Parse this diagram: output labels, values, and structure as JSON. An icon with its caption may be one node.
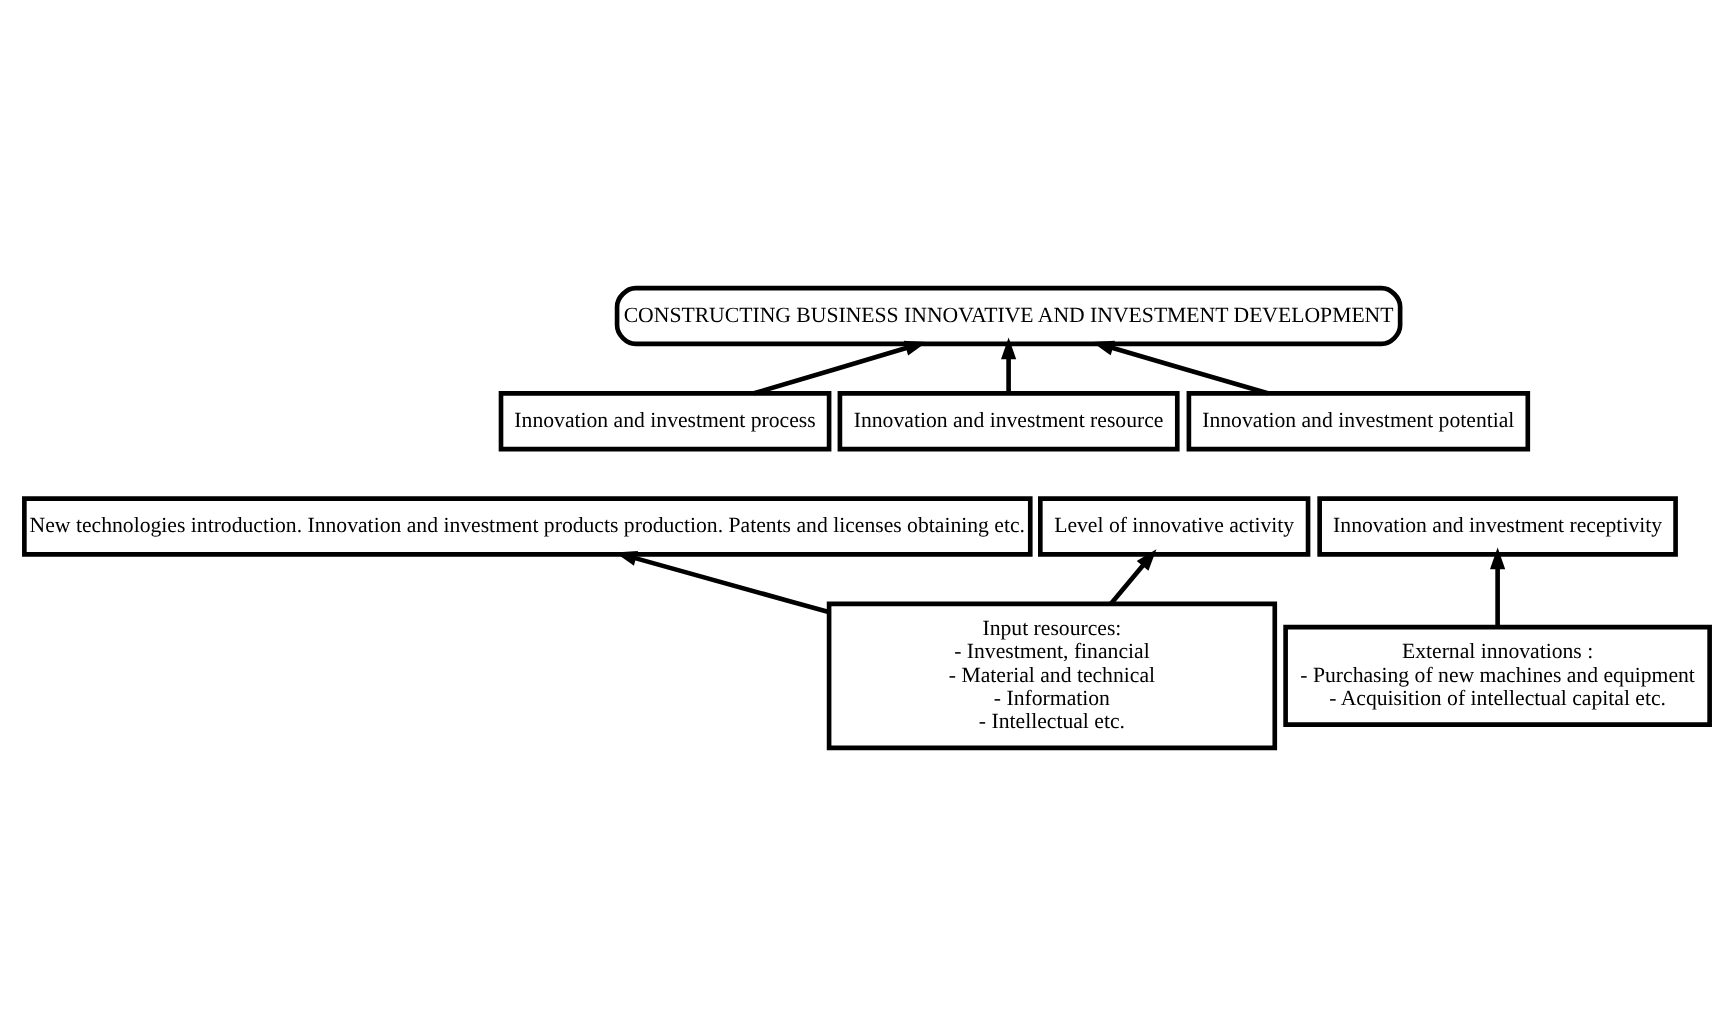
{
  "diagram": {
    "nodes": [
      {
        "text": [
          "CONSTRUCTING BUSINESS INNOVATIVE AND INVESTMENT DEVELOPMENT"
        ]
      },
      {
        "text": [
          "Innovation and investment process"
        ]
      },
      {
        "text": [
          "Innovation and investment resource"
        ]
      },
      {
        "text": [
          "Innovation and investment potential"
        ]
      },
      {
        "text": [
          "New technologies introduction. Innovation and investment products production. Patents and licenses obtaining etc."
        ]
      },
      {
        "text": [
          "Level of innovative activity"
        ]
      },
      {
        "text": [
          "Innovation and investment receptivity"
        ]
      },
      {
        "text": [
          "Input resources:",
          "- Investment, financial",
          "- Material and technical",
          "- Information",
          "- Intellectual etc."
        ]
      },
      {
        "text": [
          "External innovations :",
          "- Purchasing of new machines and equipment",
          "- Acquisition of intellectual capital etc."
        ]
      }
    ],
    "edges": [
      {
        "from": 1,
        "to": 0,
        "arrow": "to"
      },
      {
        "from": 2,
        "to": 0,
        "arrow": "to"
      },
      {
        "from": 3,
        "to": 0,
        "arrow": "to"
      },
      {
        "from": 7,
        "to": 4,
        "arrow": "to"
      },
      {
        "from": 7,
        "to": 5,
        "arrow": "to"
      },
      {
        "from": 8,
        "to": 6,
        "arrow": "to"
      }
    ]
  }
}
